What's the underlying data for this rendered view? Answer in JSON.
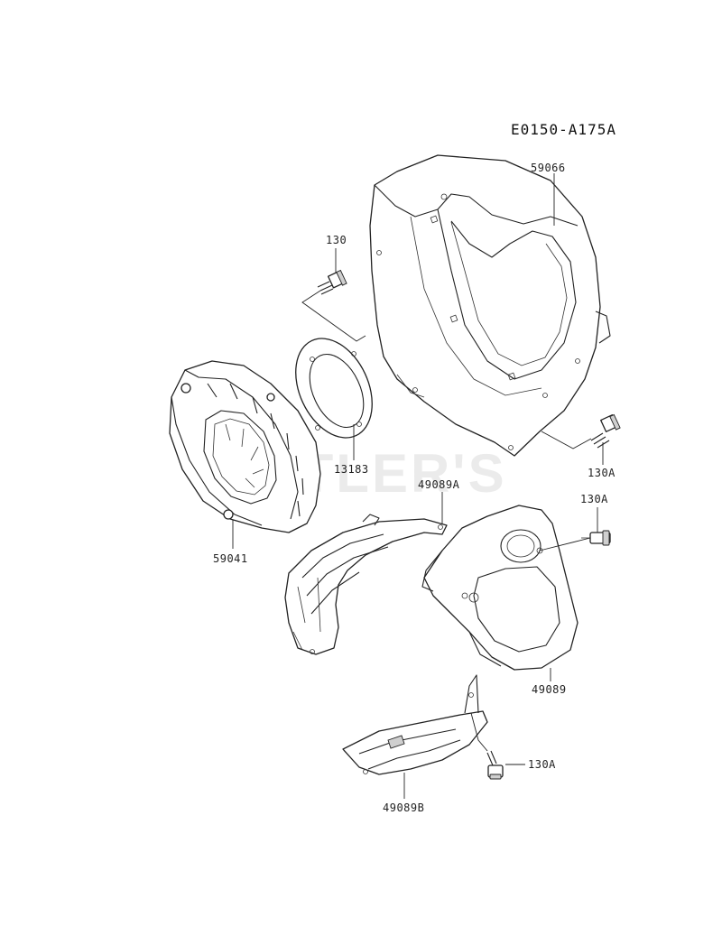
{
  "diagram": {
    "code": "E0150-A175A",
    "watermark": "CUTLER'S",
    "callouts": {
      "shroud": "59066",
      "bolt_top": "130",
      "gasket": "13183",
      "fan": "59041",
      "bolt_shroud": "130A",
      "upper_cover": "49089A",
      "bolt_plate": "130A",
      "plate": "49089",
      "lower_cover": "49089B",
      "bolt_lower": "130A"
    }
  }
}
